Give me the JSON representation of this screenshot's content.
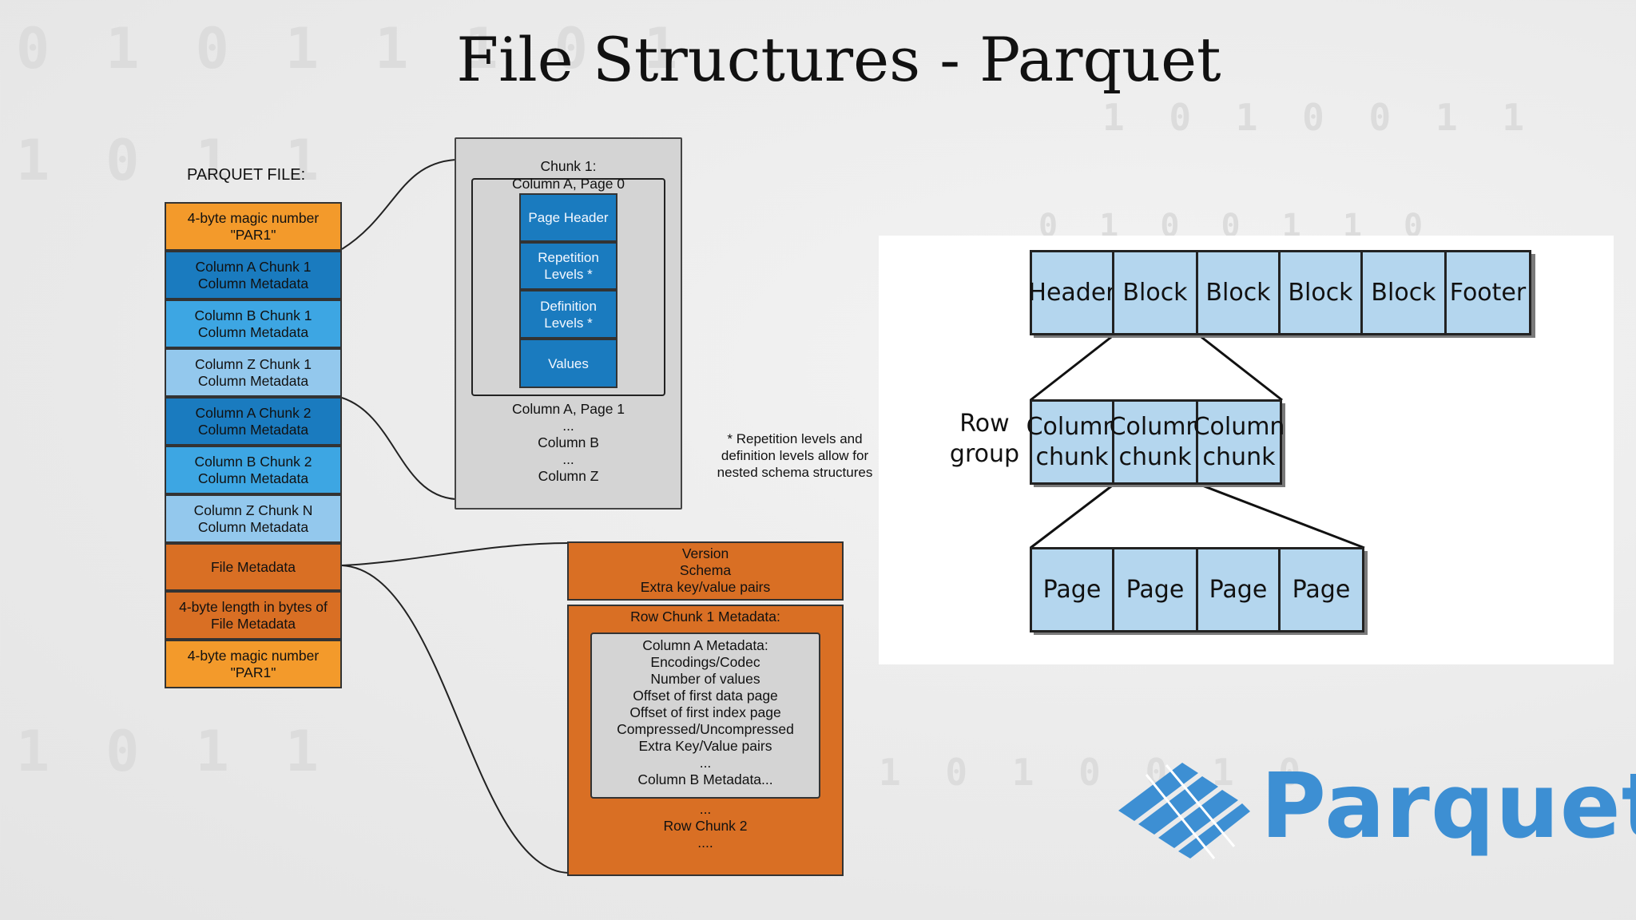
{
  "title": "File Structures - Parquet",
  "parquet_file": {
    "label": "PARQUET FILE:",
    "blocks": [
      {
        "text": "4-byte magic number\n\"PAR1\"",
        "color": "#f39a2b"
      },
      {
        "text": "Column A Chunk 1\nColumn Metadata",
        "color": "#1a7bbf"
      },
      {
        "text": "Column B Chunk 1\nColumn Metadata",
        "color": "#3da6e3"
      },
      {
        "text": "Column Z Chunk 1\nColumn Metadata",
        "color": "#93c8ed"
      },
      {
        "text": "Column A Chunk 2\nColumn Metadata",
        "color": "#1a7bbf"
      },
      {
        "text": "Column B Chunk 2\nColumn Metadata",
        "color": "#3da6e3"
      },
      {
        "text": "Column Z Chunk N\nColumn Metadata",
        "color": "#93c8ed"
      },
      {
        "text": "File Metadata",
        "color": "#d96f24"
      },
      {
        "text": "4-byte length in bytes of\nFile Metadata",
        "color": "#d96f24"
      },
      {
        "text": "4-byte magic number\n\"PAR1\"",
        "color": "#f39a2b"
      }
    ]
  },
  "chunk_detail": {
    "heading": "Chunk 1:",
    "page0_label": "Column A, Page 0",
    "stack": [
      "Page Header",
      "Repetition\nLevels *",
      "Definition\nLevels *",
      "Values"
    ],
    "after": "Column A, Page 1\n...\nColumn B\n...\nColumn Z"
  },
  "footnote": "* Repetition levels and\ndefinition levels allow for\nnested schema structures",
  "file_metadata_detail": {
    "top": "Version\nSchema\nExtra key/value pairs",
    "row_chunk_heading": "Row Chunk 1 Metadata:",
    "column_metadata": "Column A Metadata:\nEncodings/Codec\nNumber of values\nOffset of first data page\nOffset of first index page\nCompressed/Uncompressed\nExtra Key/Value pairs\n...\nColumn B Metadata...",
    "after": "...\nRow Chunk 2\n...."
  },
  "hierarchy": {
    "file_row": [
      "Header",
      "Block",
      "Block",
      "Block",
      "Block",
      "Footer"
    ],
    "row_group_label": "Row\ngroup",
    "column_chunks": [
      "Column\nchunk",
      "Column\nchunk",
      "Column\nchunk"
    ],
    "pages": [
      "Page",
      "Page",
      "Page",
      "Page"
    ],
    "cell_color": "#b4d6ee"
  },
  "logo": {
    "text": "Parquet",
    "color": "#3d8fd3"
  }
}
